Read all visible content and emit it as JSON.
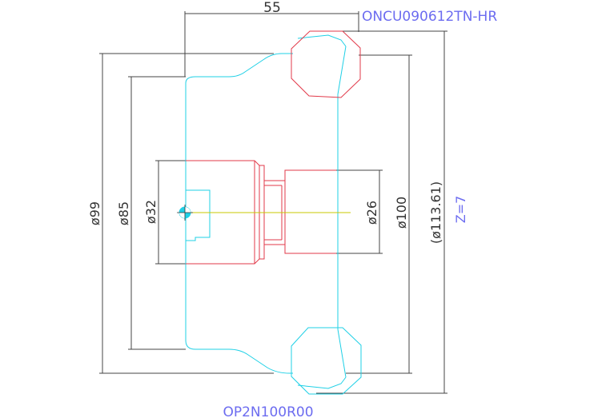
{
  "drawing": {
    "insert_code": "ONCU090612TN-HR",
    "cutter_code": "OP2N100R00",
    "teeth_count": "Z=7",
    "dimensions": {
      "width_55": "55",
      "dia_99": "ø99",
      "dia_85": "ø85",
      "dia_32": "ø32",
      "dia_26": "ø26",
      "dia_100": "ø100",
      "dia_113": "(ø113.61)"
    }
  },
  "colors": {
    "body": "#1fd0e6",
    "insert": "#e23a4a",
    "dimension": "#444444",
    "label": "#6c6cf0",
    "axis": "#c8c800"
  }
}
